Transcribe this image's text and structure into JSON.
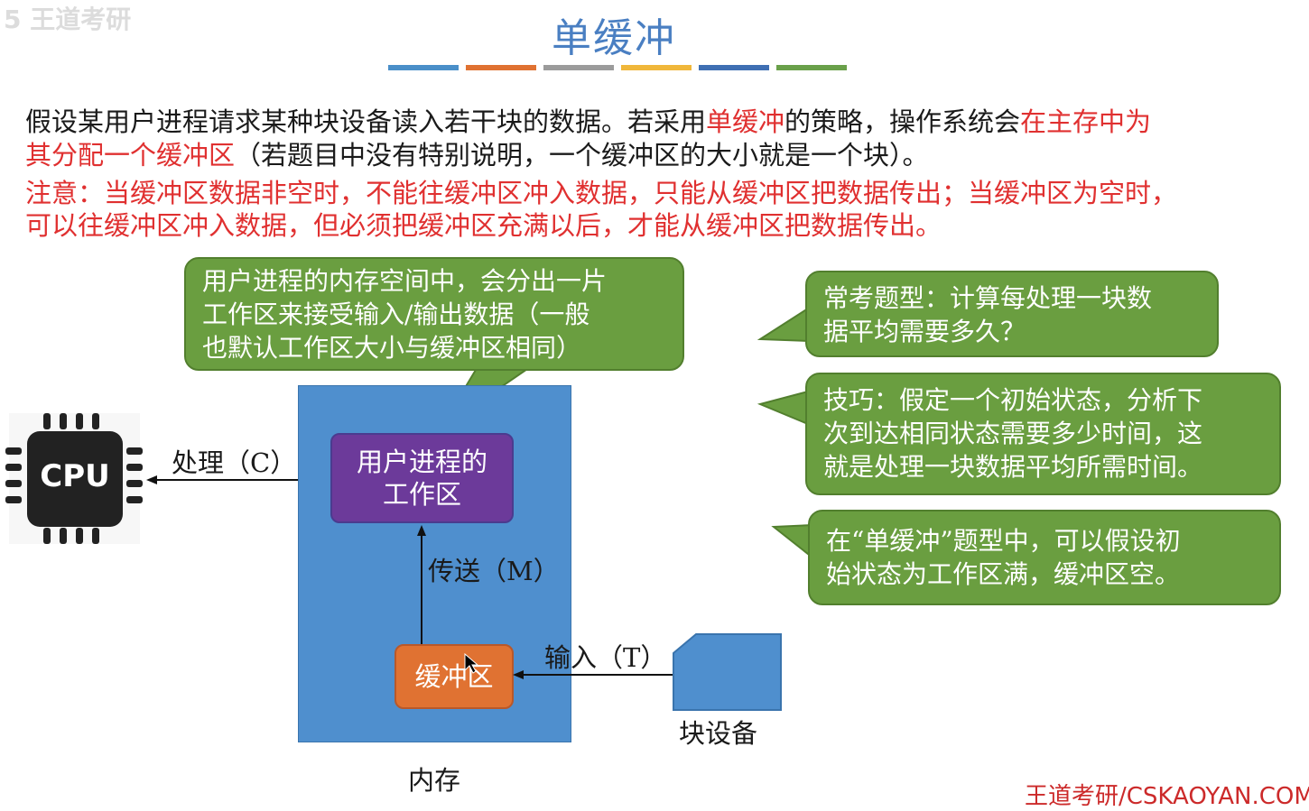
{
  "title": "单缓冲",
  "brand_top": "5 王道考研",
  "color_bars": [
    "#4a8fc9",
    "#e07232",
    "#9b9b9b",
    "#f0b73a",
    "#3f6fb3",
    "#6aa04a"
  ],
  "paragraph1": {
    "line1": [
      {
        "text": "假设某用户进程请求某种块设备读入若干块的数据。若采用",
        "red": false
      },
      {
        "text": "单缓冲",
        "red": true
      },
      {
        "text": "的策略，操作系统会",
        "red": false
      },
      {
        "text": "在主存中为",
        "red": true
      }
    ],
    "line2": [
      {
        "text": "其分配一个缓冲区",
        "red": true
      },
      {
        "text": "（若题目中没有特别说明，一个缓冲区的大小就是一个块）。",
        "red": false
      }
    ]
  },
  "note": {
    "line1": "注意：当缓冲区数据非空时，不能往缓冲区冲入数据，只能从缓冲区把数据传出；当缓冲区为空时，",
    "line2": "可以往缓冲区冲入数据，但必须把缓冲区充满以后，才能从缓冲区把数据传出。"
  },
  "callouts": {
    "work_area": [
      "用户进程的内存空间中，会分出一片",
      "工作区来接受输入/输出数据（一般",
      "也默认工作区大小与缓冲区相同）"
    ],
    "exam_type": [
      "常考题型：计算每处理一块数",
      "据平均需要多久？"
    ],
    "technique": [
      "技巧：假定一个初始状态，分析下",
      "次到达相同状态需要多少时间，这",
      "就是处理一块数据平均所需时间。"
    ],
    "assumption": [
      "在“单缓冲”题型中，可以假设初",
      "始状态为工作区满，缓冲区空。"
    ]
  },
  "diagram": {
    "cpu_label": "CPU",
    "process_label": "处理（C）",
    "work_area_lines": [
      "用户进程的",
      "工作区"
    ],
    "transfer_label": "传送（M）",
    "buffer_label": "缓冲区",
    "input_label": "输入（T）",
    "block_device_label": "块设备",
    "memory_label": "内存"
  },
  "watermark": "王道考研/CSKAOYAN.COM"
}
